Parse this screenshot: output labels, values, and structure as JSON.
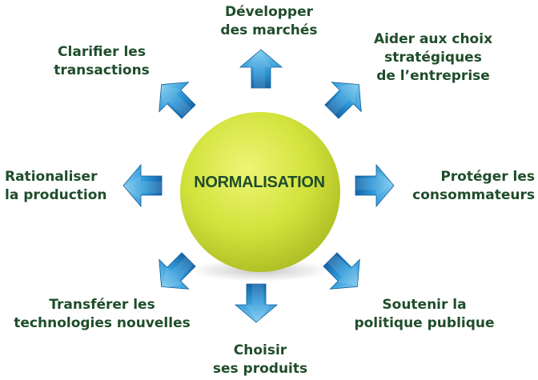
{
  "center": {
    "title": "NORMALISATION"
  },
  "colors": {
    "circle_light": "#eef576",
    "circle_main": "#d3e23c",
    "circle_dark": "#a9ba22",
    "arrow_light": "#7ccbf0",
    "arrow_main": "#2e98d8",
    "arrow_dark": "#1565a8",
    "text": "#1f4d2a"
  },
  "labels": {
    "top": {
      "line1": "Développer",
      "line2": "des marchés"
    },
    "top_right": {
      "line1": "Aider aux choix",
      "line2": "stratégiques",
      "line3": "de l’entreprise"
    },
    "right": {
      "line1": "Protéger les",
      "line2": "consommateurs"
    },
    "bottom_right": {
      "line1": "Soutenir la",
      "line2": "politique publique"
    },
    "bottom": {
      "line1": "Choisir",
      "line2": "ses produits"
    },
    "bottom_left": {
      "line1": "Transférer les",
      "line2": "technologies nouvelles"
    },
    "left": {
      "line1": "Rationaliser",
      "line2": "la production"
    },
    "top_left": {
      "line1": "Clarifier les",
      "line2": "transactions"
    }
  }
}
